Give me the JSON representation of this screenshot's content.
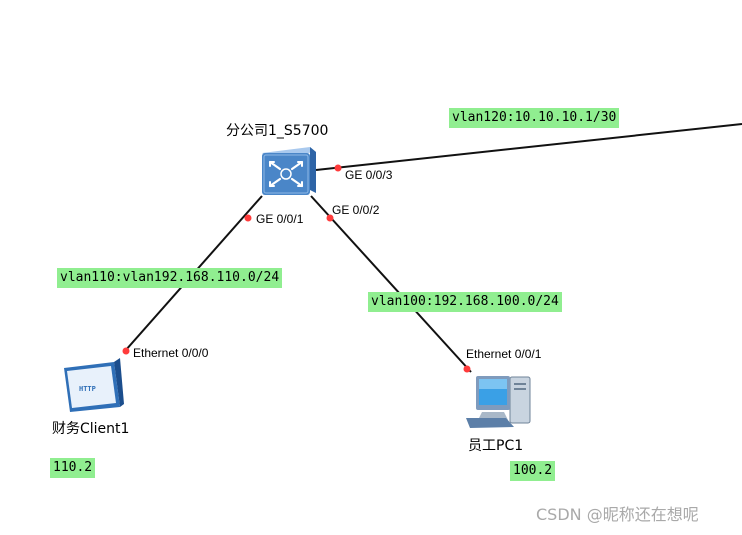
{
  "colors": {
    "link": "#111111",
    "port_dot": "#ff3b3b",
    "tag_bg": "#90ee90",
    "switch_blue": "#4a86c8",
    "watermark": "#a9a9a9"
  },
  "devices": {
    "switch": {
      "name": "分公司1_S5700",
      "icon": "switch-icon"
    },
    "client": {
      "name": "财务Client1",
      "icon": "http-client-icon",
      "icon_text": "HTTP"
    },
    "pc": {
      "name": "员工PC1",
      "icon": "pc-icon"
    }
  },
  "ports": {
    "sw_ge003": "GE 0/0/3",
    "sw_ge001": "GE 0/0/1",
    "sw_ge002": "GE 0/0/2",
    "client_eth": "Ethernet 0/0/0",
    "pc_eth": "Ethernet 0/0/1"
  },
  "tags": {
    "uplink": "vlan120:10.10.10.1/30",
    "client_link": "vlan110:vlan192.168.110.0/24",
    "pc_link": "vlan100:192.168.100.0/24",
    "client_ip": "110.2",
    "pc_ip": "100.2"
  },
  "watermark": "CSDN @昵称还在想呢"
}
